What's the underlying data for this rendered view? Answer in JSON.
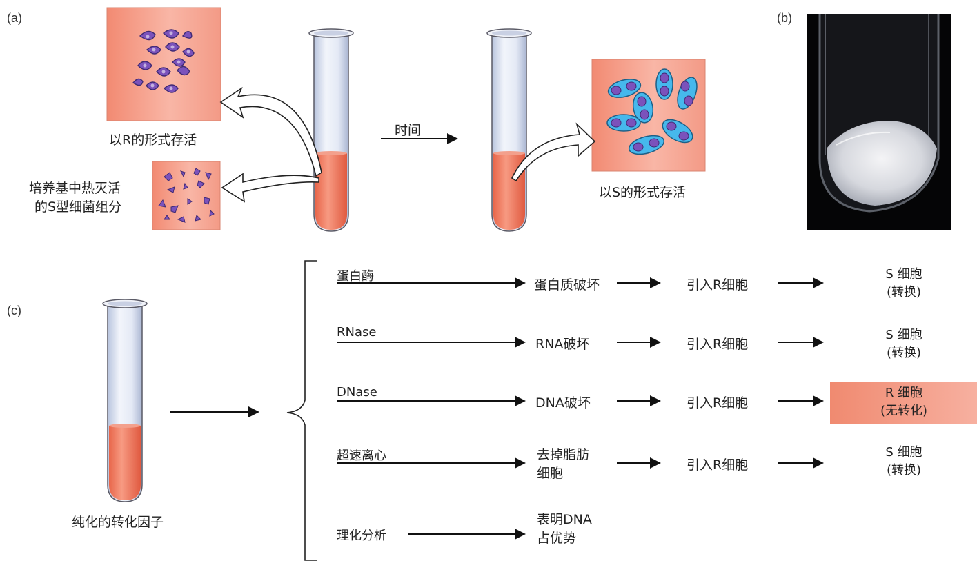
{
  "panel_labels": {
    "a": "(a)",
    "b": "(b)",
    "c": "(c)"
  },
  "panel_a": {
    "r_form_label": "以R的形式存活",
    "heat_killed_label_line1": "培养基中热灭活",
    "heat_killed_label_line2": "的S型细菌组分",
    "time_label": "时间",
    "s_form_label": "以S的形式存活"
  },
  "panel_c": {
    "tube_label": "纯化的转化因子",
    "rows": [
      {
        "treatment": "蛋白酶",
        "effect_line1": "蛋白质破坏",
        "effect_line2": "",
        "step": "引入R细胞",
        "result_line1": "S 细胞",
        "result_line2": "(转换)",
        "highlight": false
      },
      {
        "treatment": "RNase",
        "effect_line1": "RNA破坏",
        "effect_line2": "",
        "step": "引入R细胞",
        "result_line1": "S 细胞",
        "result_line2": "(转换)",
        "highlight": false
      },
      {
        "treatment": "DNase",
        "effect_line1": "DNA破坏",
        "effect_line2": "",
        "step": "引入R细胞",
        "result_line1": "R 细胞",
        "result_line2": "(无转化)",
        "highlight": true
      },
      {
        "treatment": "超速离心",
        "effect_line1": "去掉脂肪",
        "effect_line2": "细胞",
        "step": "引入R细胞",
        "result_line1": "S 细胞",
        "result_line2": "(转换)",
        "highlight": false
      },
      {
        "treatment": "理化分析",
        "effect_line1": "表明DNA",
        "effect_line2": "占优势",
        "step": "",
        "result_line1": "",
        "result_line2": "",
        "highlight": false
      }
    ]
  },
  "colors": {
    "medium": "#f27a5e",
    "highlight": "#f4937c",
    "r_cell": "#7a52b8",
    "s_capsule": "#3fb2e6"
  }
}
